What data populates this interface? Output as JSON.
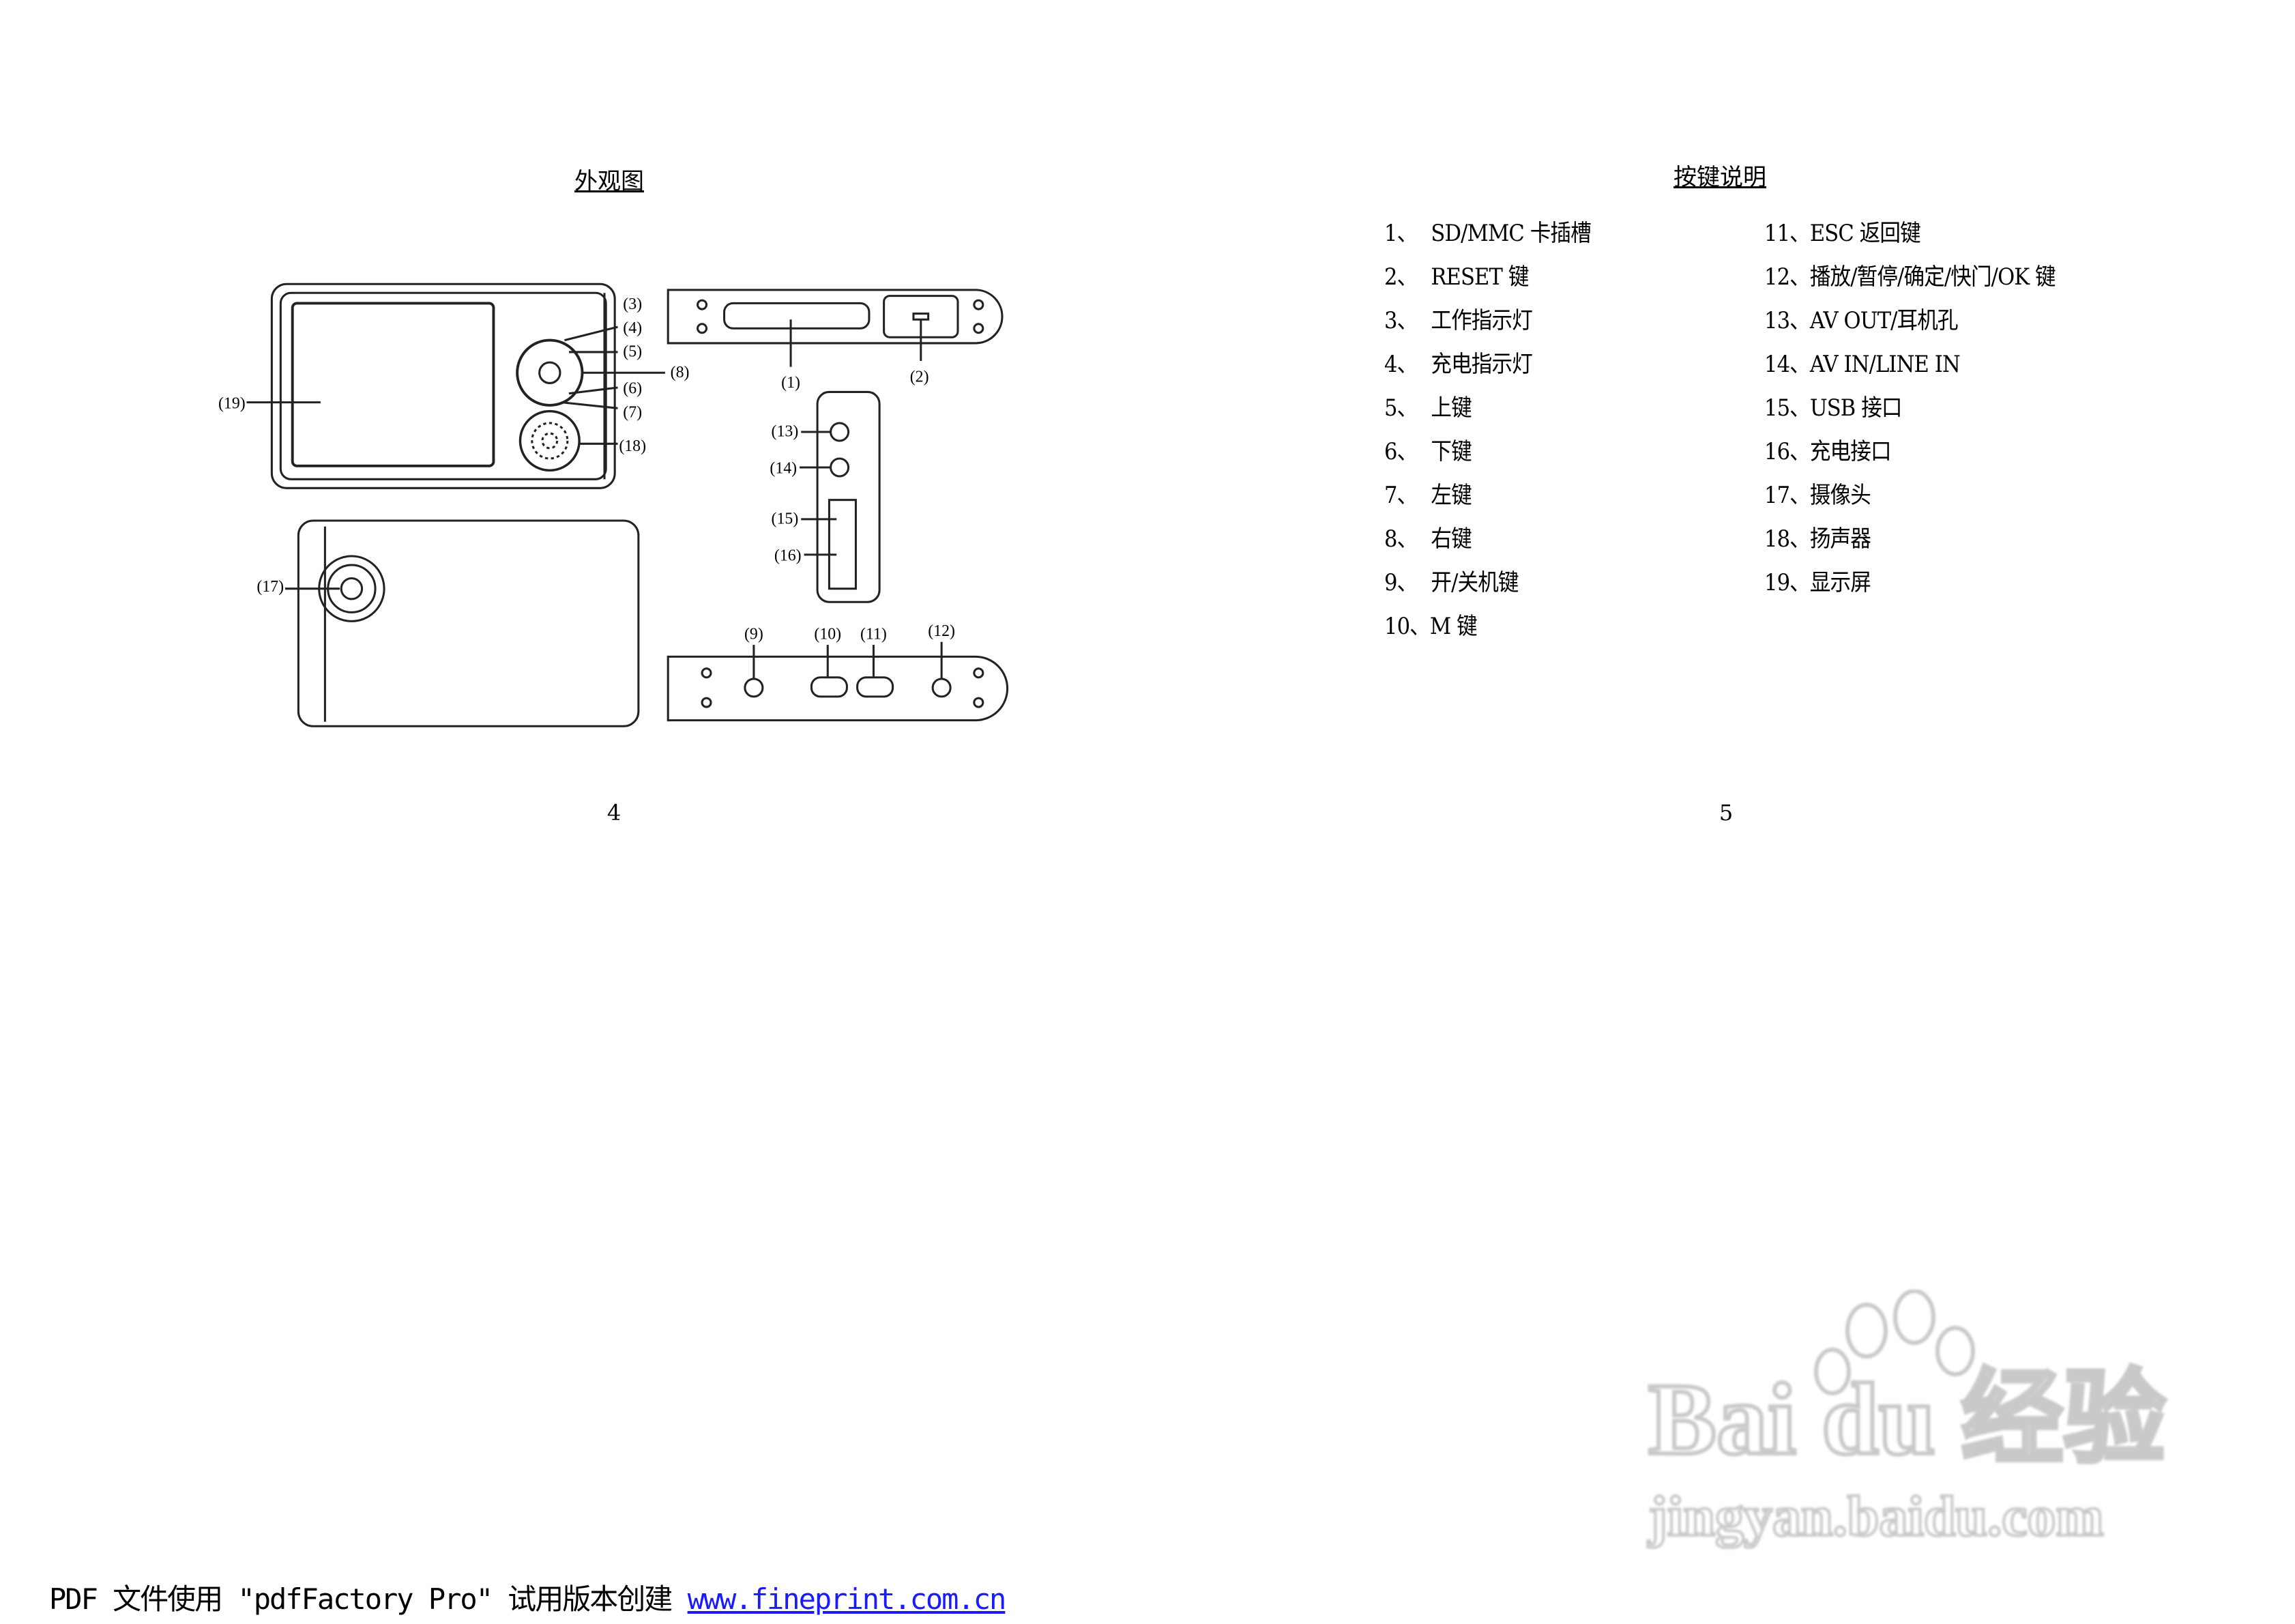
{
  "left_page": {
    "title": "外观图",
    "page_number": "4",
    "callouts": [
      "(1)",
      "(2)",
      "(3)",
      "(4)",
      "(5)",
      "(6)",
      "(7)",
      "(8)",
      "(9)",
      "(10)",
      "(11)",
      "(12)",
      "(13)",
      "(14)",
      "(15)",
      "(16)",
      "(17)",
      "(18)",
      "(19)"
    ]
  },
  "right_page": {
    "title": "按键说明",
    "page_number": "5",
    "items_left": [
      {
        "num": "1、",
        "label": "SD/MMC 卡插槽"
      },
      {
        "num": "2、",
        "label": "RESET 键"
      },
      {
        "num": "3、",
        "label": "工作指示灯"
      },
      {
        "num": "4、",
        "label": "充电指示灯"
      },
      {
        "num": "5、",
        "label": "上键"
      },
      {
        "num": "6、",
        "label": "下键"
      },
      {
        "num": "7、",
        "label": "左键"
      },
      {
        "num": "8、",
        "label": "右键"
      },
      {
        "num": "9、",
        "label": "开/关机键"
      },
      {
        "num": "10、",
        "label": "M 键"
      }
    ],
    "items_right": [
      {
        "num": "11、",
        "label": "ESC 返回键"
      },
      {
        "num": "12、",
        "label": "播放/暂停/确定/快门/OK 键"
      },
      {
        "num": "13、",
        "label": "AV OUT/耳机孔"
      },
      {
        "num": "14、",
        "label": "AV IN/LINE IN"
      },
      {
        "num": "15、",
        "label": "USB 接口"
      },
      {
        "num": "16、",
        "label": "充电接口"
      },
      {
        "num": "17、",
        "label": "摄像头"
      },
      {
        "num": "18、",
        "label": "扬声器"
      },
      {
        "num": "19、",
        "label": "显示屏"
      }
    ]
  },
  "footer": {
    "text": "PDF 文件使用 \"pdfFactory Pro\" 试用版本创建 ",
    "link": "www.fineprint.com.cn",
    "link_color": "#1a1aff"
  },
  "watermark": {
    "brand": "Bai du 经验",
    "url": "jingyan.baidu.com"
  }
}
